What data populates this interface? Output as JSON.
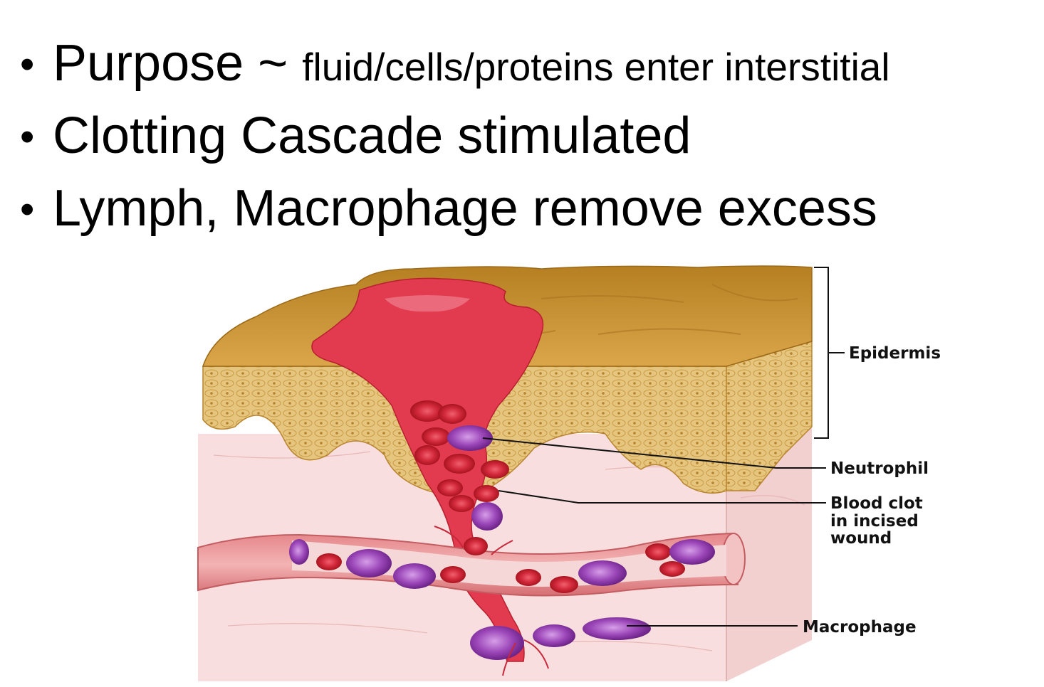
{
  "bullets": [
    {
      "main": "Purpose ~ ",
      "sub": "fluid/cells/proteins enter interstitial"
    },
    {
      "main": "Clotting Cascade stimulated",
      "sub": ""
    },
    {
      "main": "Lymph, Macrophage remove excess",
      "sub": ""
    }
  ],
  "bullet_symbol": "•",
  "labels": {
    "epidermis": "Epidermis",
    "neutrophil": "Neutrophil",
    "blood_clot_1": "Blood clot",
    "blood_clot_2": "in incised",
    "blood_clot_3": "wound",
    "macrophage": "Macrophage"
  },
  "colors": {
    "epidermis_top": "#c99433",
    "epidermis_layer": "#e4c27a",
    "dermis": "#f7dcdc",
    "blood": "#e23a4e",
    "red_cell": "#cf2334",
    "white_cell": "#9b46b8"
  }
}
